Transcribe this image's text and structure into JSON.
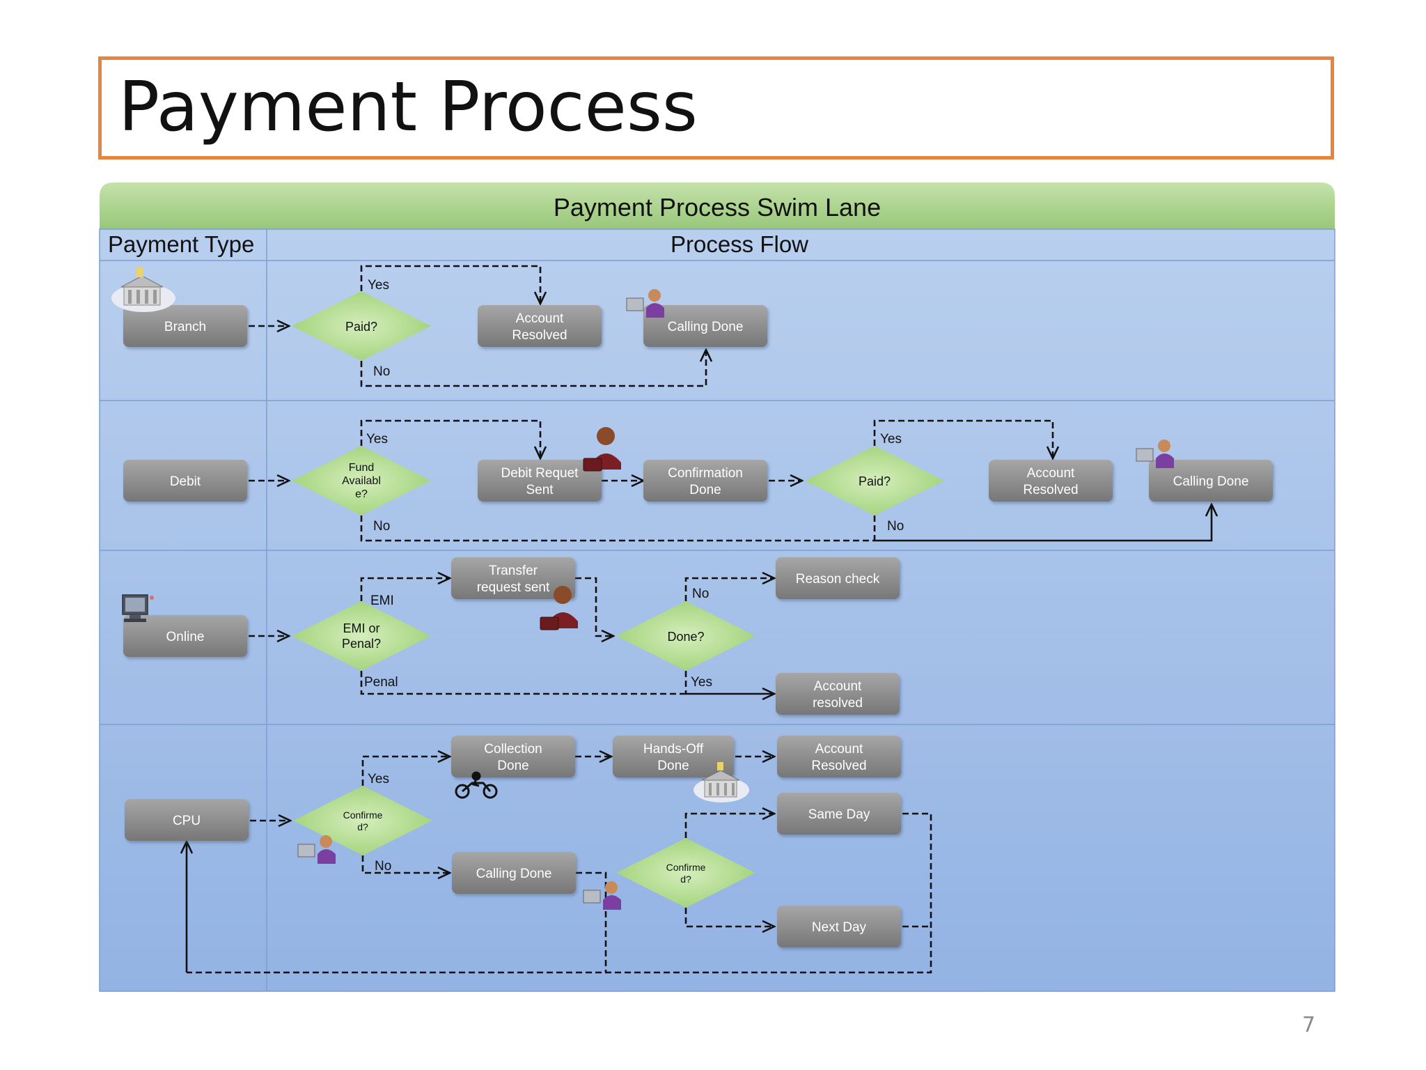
{
  "slide": {
    "title": "Payment Process",
    "page_number": "7"
  },
  "swimlane": {
    "title": "Payment Process Swim Lane",
    "columns": {
      "left": "Payment Type",
      "right": "Process Flow"
    }
  },
  "lanes": {
    "branch": {
      "type": "Branch",
      "decision": "Paid?",
      "yes": "Yes",
      "no": "No",
      "resolved": [
        "Account",
        "Resolved"
      ],
      "calling": "Calling Done"
    },
    "debit": {
      "type": "Debit",
      "decision1": [
        "Fund",
        "Availabl",
        "e?"
      ],
      "yes1": "Yes",
      "no1": "No",
      "debit_sent": [
        "Debit Requet",
        "Sent"
      ],
      "confirmation": [
        "Confirmation",
        "Done"
      ],
      "decision2": "Paid?",
      "yes2": "Yes",
      "no2": "No",
      "resolved": [
        "Account",
        "Resolved"
      ],
      "calling": "Calling Done"
    },
    "online": {
      "type": "Online",
      "decision1": [
        "EMI or",
        "Penal?"
      ],
      "emi": "EMI",
      "penal": "Penal",
      "transfer": [
        "Transfer",
        "request sent"
      ],
      "decision2": "Done?",
      "no": "No",
      "yes": "Yes",
      "reason": "Reason check",
      "resolved": [
        "Account",
        "resolved"
      ]
    },
    "cpu": {
      "type": "CPU",
      "decision1": [
        "Confirme",
        "d?"
      ],
      "yes": "Yes",
      "no": "No",
      "collection": [
        "Collection",
        "Done"
      ],
      "handsoff": [
        "Hands-Off",
        "Done"
      ],
      "resolved": [
        "Account",
        "Resolved"
      ],
      "calling": "Calling Done",
      "decision2": [
        "Confirme",
        "d?"
      ],
      "same_day": "Same Day",
      "next_day": "Next Day"
    }
  },
  "colors": {
    "title_border": "#e7843e",
    "header_green": "#a9d08e",
    "lane_blue": "#b0c8ea",
    "box_gray": "#8c8c8c",
    "diamond_green": "#b5dc8e"
  },
  "icons": [
    "bank-icon",
    "agent-icon",
    "businessman-icon",
    "computer-icon",
    "motorbike-icon"
  ]
}
